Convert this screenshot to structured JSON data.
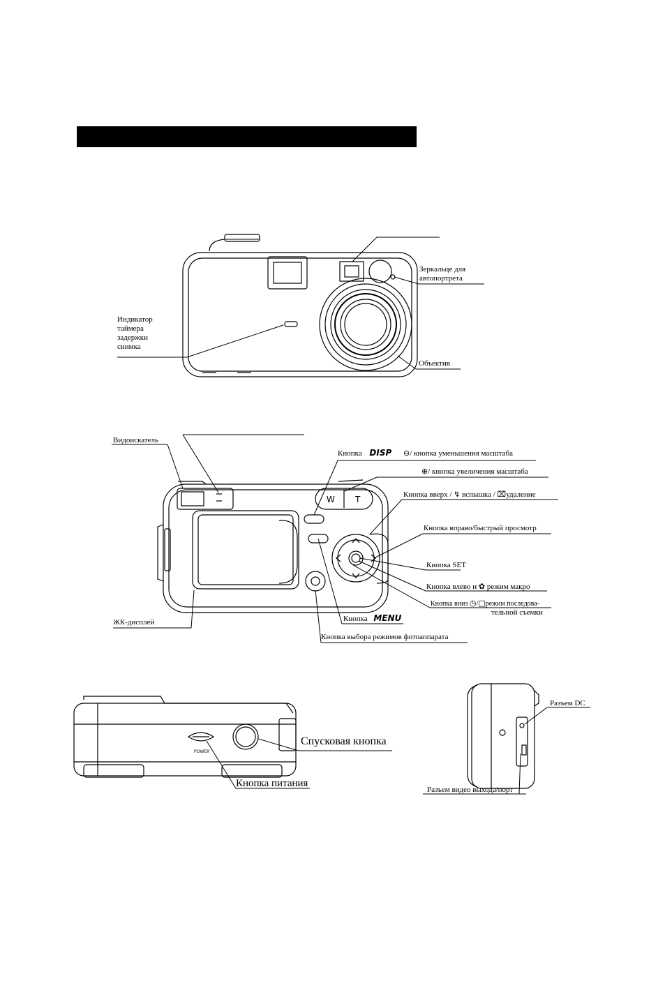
{
  "front_view": {
    "self_portrait_mirror": "Зеркальце для автопортрета",
    "self_timer_indicator": "Индикатор таймера задержки снимка",
    "lens": "Объектив"
  },
  "back_view": {
    "viewfinder": "Видоискатель",
    "disp_button_prefix": "Кнопка",
    "disp_word": "DISP",
    "disp_button_suffix": "/ кнопка уменьшения масштаба",
    "zoom_in_button": "/ кнопка увеличения масштаба",
    "up_flash_delete_a": "Кнопка вверх /",
    "up_flash_delete_b": "вспышка /",
    "up_flash_delete_c": "удаление",
    "right_quick_view": "Кнопка вправо/быстрый просмотр",
    "set_button": "Кнопка SET",
    "left_macro_a": "Кнопка влево и",
    "left_macro_b": "режим макро",
    "down_continuous_a": "Кнопка вниз",
    "down_continuous_b": "режим последова-",
    "down_continuous_c": "тельной съемки",
    "lcd_display": "ЖК-дисплей",
    "menu_button_prefix": "Кнопка",
    "menu_word": "MENU",
    "mode_selector": "Кнопка выбора режимов фотоаппарата"
  },
  "top_view": {
    "shutter_button": "Спусковая кнопка",
    "power_button": "Кнопка питания",
    "power_engraving": "POWER"
  },
  "side_view": {
    "dc_connector": "Разъем DC",
    "video_out_port": "Разъем видео выхода/порт"
  },
  "icons": {
    "zoom_out": "magnifier-minus-icon",
    "zoom_in": "magnifier-plus-icon",
    "flash": "lightning-icon",
    "delete": "trash-icon",
    "macro": "flower-icon",
    "self_timer": "timer-icon",
    "continuous": "burst-icon"
  }
}
